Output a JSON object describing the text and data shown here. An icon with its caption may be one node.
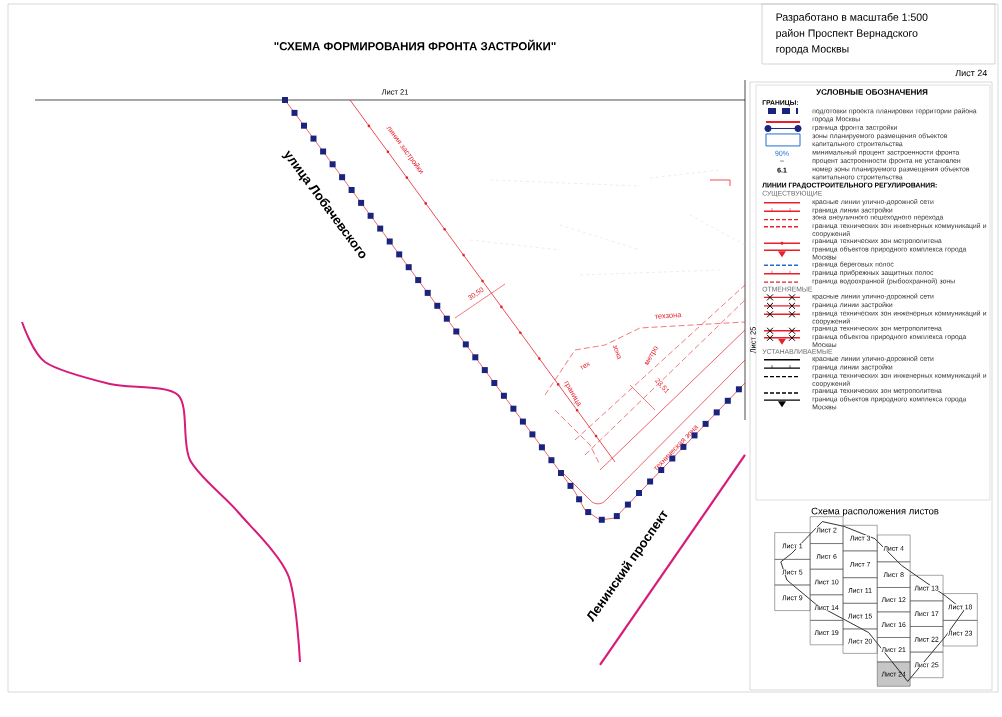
{
  "diagram": {
    "title": "\"СХЕМА ФОРМИРОВАНИЯ ФРОНТА ЗАСТРОЙКИ\"",
    "nodes": [
      {
        "text": [
          "Лист 1"
        ]
      },
      {
        "text": [
          "Лист 2"
        ]
      },
      {
        "text": [
          "Лист 3"
        ]
      },
      {
        "text": [
          "Лист 4"
        ]
      },
      {
        "text": [
          "Лист 5"
        ]
      },
      {
        "text": [
          "Лист 6"
        ]
      },
      {
        "text": [
          "Лист 7"
        ]
      },
      {
        "text": [
          "Лист 8"
        ]
      },
      {
        "text": [
          "Лист 9"
        ]
      },
      {
        "text": [
          "Лист 10"
        ]
      },
      {
        "text": [
          "Лист 11"
        ]
      },
      {
        "text": [
          "Лист 12"
        ]
      },
      {
        "text": [
          "Лист 13"
        ]
      },
      {
        "text": [
          "Лист 14"
        ]
      },
      {
        "text": [
          "Лист 15"
        ]
      },
      {
        "text": [
          "Лист 16"
        ]
      },
      {
        "text": [
          "Лист 17"
        ]
      },
      {
        "text": [
          "Лист 18"
        ]
      },
      {
        "text": [
          "Лист 19"
        ]
      },
      {
        "text": [
          "Лист 20"
        ]
      },
      {
        "text": [
          "Лист 21"
        ]
      },
      {
        "text": [
          "Лист 22"
        ]
      },
      {
        "text": [
          "Лист 23"
        ]
      },
      {
        "text": [
          "Лист 24"
        ]
      },
      {
        "text": [
          "Лист 25"
        ]
      }
    ],
    "labels": [
      "Разработано в масштабе 1:500",
      "район Проспект Вернадского",
      "города Москвы",
      "Лист 24",
      "УСЛОВНЫЕ ОБОЗНАЧЕНИЯ",
      "ГРАНИЦЫ:",
      "90%",
      "–",
      "6.1",
      "ЛИНИИ ГРАДОСТРОИТЕЛЬНОГО РЕГУЛИРОВАНИЯ:",
      "СУЩЕСТВУЮЩИЕ",
      "ОТМЕНЯЕМЫЕ",
      "УСТАНАВЛИВАЕМЫЕ",
      "Лист 21",
      "Лист 25",
      "линия застройки",
      "улица Лобачевского",
      "30,50",
      "техзона",
      "тех",
      "зона",
      "метро",
      "граница",
      "23,51",
      "техническая зона",
      "Ленинский проспект",
      "Схема расположения листов"
    ],
    "legend": [
      {
        "text": "подготовки проекта планировки территории района города Москвы"
      },
      {
        "text": "граница фронта застройки"
      },
      {
        "text": "зоны планируемого размещения объектов капитального строительства"
      },
      {
        "text": "минимальный процент застроенности фронта"
      },
      {
        "text": "процент застроенности фронта не установлен"
      },
      {
        "text": "номер зоны планируемого размещения объектов капитального строительства"
      },
      {
        "text": "красные линии улично-дорожной сети"
      },
      {
        "text": "граница линии застройки"
      },
      {
        "text": "зона внеуличного пешеходного перехода"
      },
      {
        "text": "граница технических зон инженерных коммуникаций и сооружений"
      },
      {
        "text": "граница технических зон метрополитена"
      },
      {
        "text": "граница объектов природного комплекса города Москвы"
      },
      {
        "text": "граница береговых полос"
      },
      {
        "text": "граница прибрежных защитных полос"
      },
      {
        "text": "граница водоохранной (рыбоохранной) зоны"
      },
      {
        "text": "красные линии улично-дорожной сети"
      },
      {
        "text": "граница линии застройки"
      },
      {
        "text": "граница технических зон инженерных коммуникаций и сооружений"
      },
      {
        "text": "граница технических зон метрополитена"
      },
      {
        "text": "граница объектов природного комплекса города Москвы"
      },
      {
        "text": "красные линии улично-дорожной сети"
      },
      {
        "text": "граница линии застройки"
      },
      {
        "text": "граница технических зон инженерных коммуникаций и сооружений"
      },
      {
        "text": "граница технических зон метрополитена"
      },
      {
        "text": "граница объектов природного комплекса города Москвы"
      }
    ]
  }
}
